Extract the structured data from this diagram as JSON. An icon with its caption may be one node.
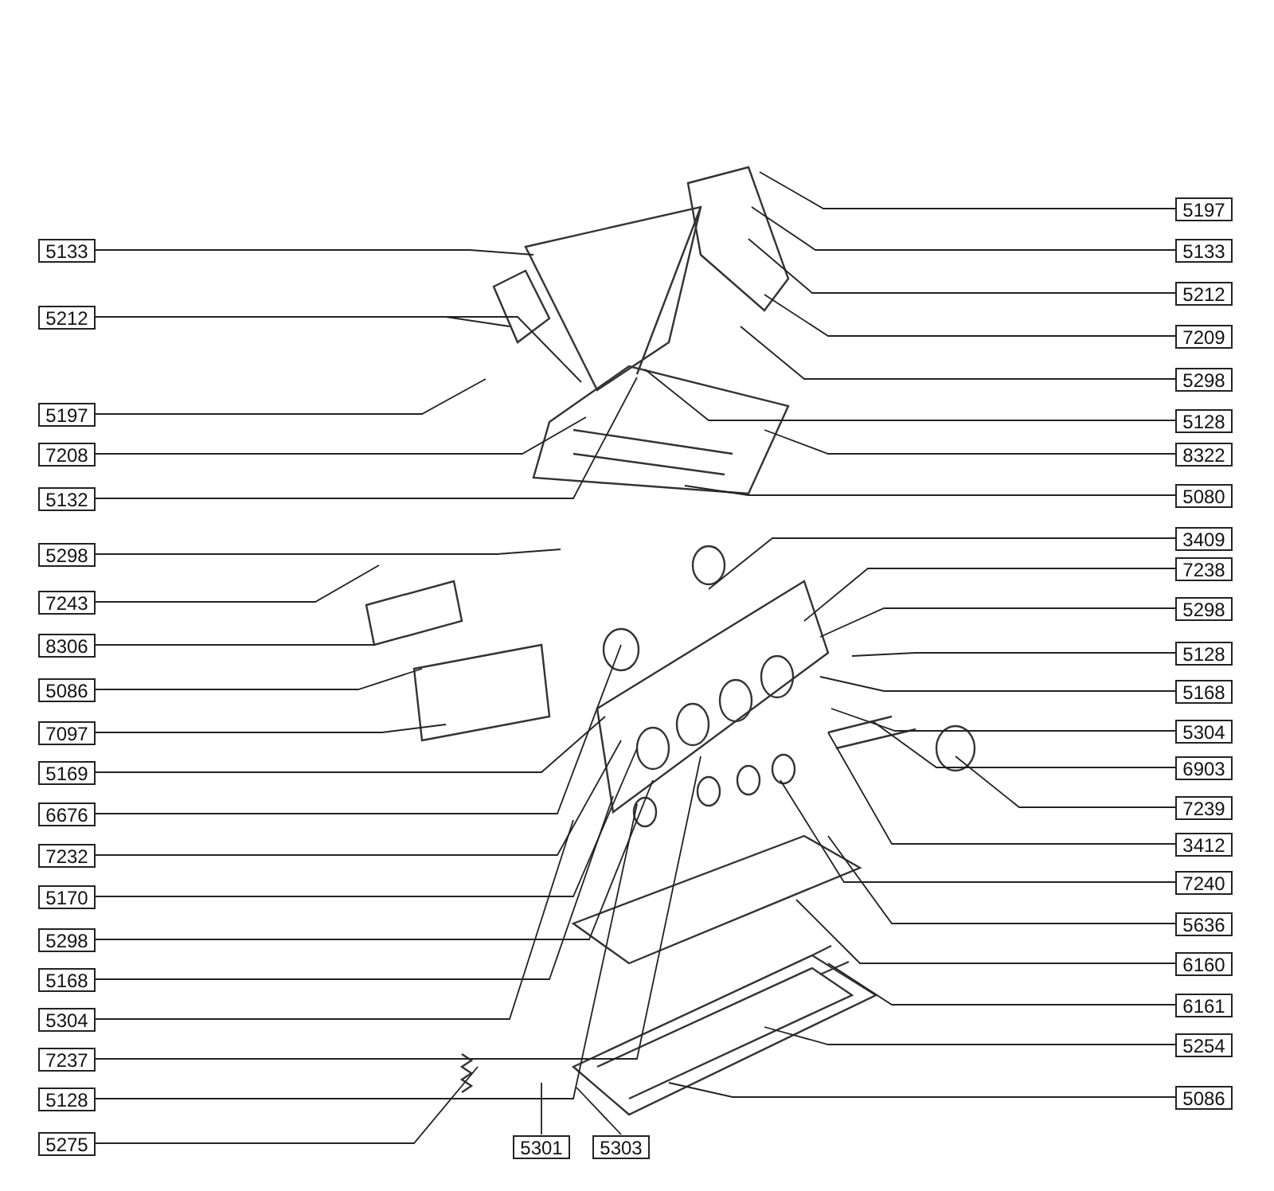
{
  "diagram": {
    "nodes": [
      {
        "text": [
          "5133"
        ]
      },
      {
        "text": [
          "5212"
        ]
      },
      {
        "text": [
          "5197"
        ]
      },
      {
        "text": [
          "7208"
        ]
      },
      {
        "text": [
          "5132"
        ]
      },
      {
        "text": [
          "5298"
        ]
      },
      {
        "text": [
          "7243"
        ]
      },
      {
        "text": [
          "8306"
        ]
      },
      {
        "text": [
          "5086"
        ]
      },
      {
        "text": [
          "7097"
        ]
      },
      {
        "text": [
          "5169"
        ]
      },
      {
        "text": [
          "6676"
        ]
      },
      {
        "text": [
          "7232"
        ]
      },
      {
        "text": [
          "5170"
        ]
      },
      {
        "text": [
          "5298"
        ]
      },
      {
        "text": [
          "5168"
        ]
      },
      {
        "text": [
          "5304"
        ]
      },
      {
        "text": [
          "7237"
        ]
      },
      {
        "text": [
          "5128"
        ]
      },
      {
        "text": [
          "5275"
        ]
      },
      {
        "text": [
          "5301"
        ]
      },
      {
        "text": [
          "5303"
        ]
      },
      {
        "text": [
          "5197"
        ]
      },
      {
        "text": [
          "5133"
        ]
      },
      {
        "text": [
          "5212"
        ]
      },
      {
        "text": [
          "7209"
        ]
      },
      {
        "text": [
          "5298"
        ]
      },
      {
        "text": [
          "5128"
        ]
      },
      {
        "text": [
          "8322"
        ]
      },
      {
        "text": [
          "5080"
        ]
      },
      {
        "text": [
          "3409"
        ]
      },
      {
        "text": [
          "7238"
        ]
      },
      {
        "text": [
          "5298"
        ]
      },
      {
        "text": [
          "5128"
        ]
      },
      {
        "text": [
          "5168"
        ]
      },
      {
        "text": [
          "5304"
        ]
      },
      {
        "text": [
          "6903"
        ]
      },
      {
        "text": [
          "7239"
        ]
      },
      {
        "text": [
          "3412"
        ]
      },
      {
        "text": [
          "7240"
        ]
      },
      {
        "text": [
          "5636"
        ]
      },
      {
        "text": [
          "6160"
        ]
      },
      {
        "text": [
          "6161"
        ]
      },
      {
        "text": [
          "5254"
        ]
      },
      {
        "text": [
          "5086"
        ]
      }
    ],
    "edges": [
      {
        "from": 0,
        "to": null,
        "arrow": "none"
      },
      {
        "from": 1,
        "to": null,
        "arrow": "none"
      },
      {
        "from": 1,
        "to": null,
        "arrow": "none"
      },
      {
        "from": 2,
        "to": null,
        "arrow": "none"
      },
      {
        "from": 3,
        "to": null,
        "arrow": "none"
      },
      {
        "from": 4,
        "to": null,
        "arrow": "none"
      },
      {
        "from": 5,
        "to": null,
        "arrow": "none"
      },
      {
        "from": 6,
        "to": null,
        "arrow": "none"
      },
      {
        "from": 7,
        "to": null,
        "arrow": "none"
      },
      {
        "from": 8,
        "to": null,
        "arrow": "none"
      },
      {
        "from": 9,
        "to": null,
        "arrow": "none"
      },
      {
        "from": 10,
        "to": null,
        "arrow": "none"
      },
      {
        "from": 11,
        "to": null,
        "arrow": "none"
      },
      {
        "from": 12,
        "to": null,
        "arrow": "none"
      },
      {
        "from": 13,
        "to": null,
        "arrow": "none"
      },
      {
        "from": 14,
        "to": null,
        "arrow": "none"
      },
      {
        "from": 15,
        "to": null,
        "arrow": "none"
      },
      {
        "from": 16,
        "to": null,
        "arrow": "none"
      },
      {
        "from": 17,
        "to": null,
        "arrow": "none"
      },
      {
        "from": 18,
        "to": null,
        "arrow": "none"
      },
      {
        "from": 19,
        "to": null,
        "arrow": "none"
      },
      {
        "from": 20,
        "to": null,
        "arrow": "none"
      },
      {
        "from": 21,
        "to": null,
        "arrow": "none"
      },
      {
        "from": 22,
        "to": null,
        "arrow": "none"
      },
      {
        "from": 23,
        "to": null,
        "arrow": "none"
      },
      {
        "from": 24,
        "to": null,
        "arrow": "none"
      },
      {
        "from": 25,
        "to": null,
        "arrow": "none"
      },
      {
        "from": 26,
        "to": null,
        "arrow": "none"
      },
      {
        "from": 27,
        "to": null,
        "arrow": "none"
      },
      {
        "from": 28,
        "to": null,
        "arrow": "none"
      },
      {
        "from": 29,
        "to": null,
        "arrow": "none"
      },
      {
        "from": 30,
        "to": null,
        "arrow": "none"
      },
      {
        "from": 31,
        "to": null,
        "arrow": "none"
      },
      {
        "from": 32,
        "to": null,
        "arrow": "none"
      },
      {
        "from": 33,
        "to": null,
        "arrow": "none"
      },
      {
        "from": 34,
        "to": null,
        "arrow": "none"
      },
      {
        "from": 35,
        "to": null,
        "arrow": "none"
      },
      {
        "from": 36,
        "to": null,
        "arrow": "none"
      },
      {
        "from": 37,
        "to": null,
        "arrow": "none"
      },
      {
        "from": 38,
        "to": null,
        "arrow": "none"
      },
      {
        "from": 39,
        "to": null,
        "arrow": "none"
      },
      {
        "from": 40,
        "to": null,
        "arrow": "none"
      },
      {
        "from": 41,
        "to": null,
        "arrow": "none"
      },
      {
        "from": 42,
        "to": null,
        "arrow": "none"
      },
      {
        "from": 43,
        "to": null,
        "arrow": "none"
      },
      {
        "from": 44,
        "to": null,
        "arrow": "none"
      }
    ]
  }
}
